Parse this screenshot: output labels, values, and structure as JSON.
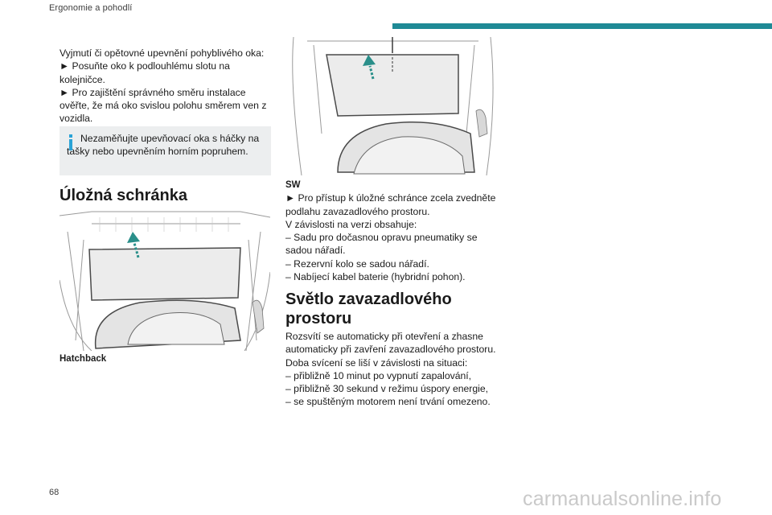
{
  "header": {
    "section_title": "Ergonomie a pohodlí",
    "accent_color": "#1f8a96"
  },
  "intro": {
    "lines": [
      "Vyjmutí či opětovné upevnění pohyblivého oka:",
      "► Posuňte oko k podlouhlému slotu na kolejničce.",
      "► Pro zajištění správného směru instalace ověřte, že má oko svislou polohu směrem ven z vozidla."
    ]
  },
  "note": {
    "icon": "info-icon",
    "text": "Nezaměňujte upevňovací oka s háčky na tašky nebo upevněním horním popruhem."
  },
  "storage_section": {
    "heading": "Úložná schránka",
    "hatchback_caption": "Hatchback",
    "sw_label": "SW",
    "sw_lines": [
      "► Pro přístup k úložné schránce zcela zvedněte podlahu zavazadlového prostoru.",
      "V závislosti na verzi obsahuje:",
      "– Sadu pro dočasnou opravu pneumatiky se sadou nářadí.",
      "– Rezervní kolo se sadou nářadí.",
      "– Nabíjecí kabel baterie (hybridní pohon)."
    ]
  },
  "light_section": {
    "heading": "Světlo zavazadlového prostoru",
    "lines": [
      "Rozsvítí se automaticky při otevření a zhasne automaticky při zavření zavazadlového prostoru.",
      "Doba svícení se liší v závislosti na situaci:",
      "– přibližně 10 minut po vypnutí zapalování,",
      "– přibližně 30 sekund v režimu úspory energie,",
      "– se spuštěným motorem není trvání omezeno."
    ]
  },
  "footer": {
    "page_number": "68",
    "watermark": "carmanualsonline.info"
  }
}
